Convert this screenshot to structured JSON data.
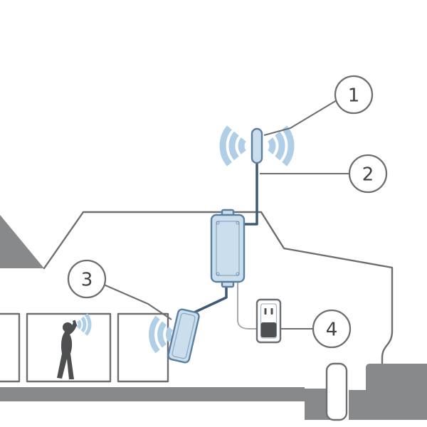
{
  "diagram": {
    "callouts": [
      {
        "label": "1",
        "target": "outdoor-antenna"
      },
      {
        "label": "2",
        "target": "antenna-cable"
      },
      {
        "label": "3",
        "target": "indoor-antenna"
      },
      {
        "label": "4",
        "target": "power-outlet"
      }
    ],
    "colors": {
      "outline": "#6d6e71",
      "component_fill": "#cadeee",
      "component_stroke": "#5c7f9f",
      "signal_wave": "#b0cfe6",
      "solid_gray": "#87898b",
      "silhouette": "#4e4f51",
      "cable": "#3d5a75",
      "cord": "#a7a9ac",
      "label_text": "#414042"
    }
  }
}
